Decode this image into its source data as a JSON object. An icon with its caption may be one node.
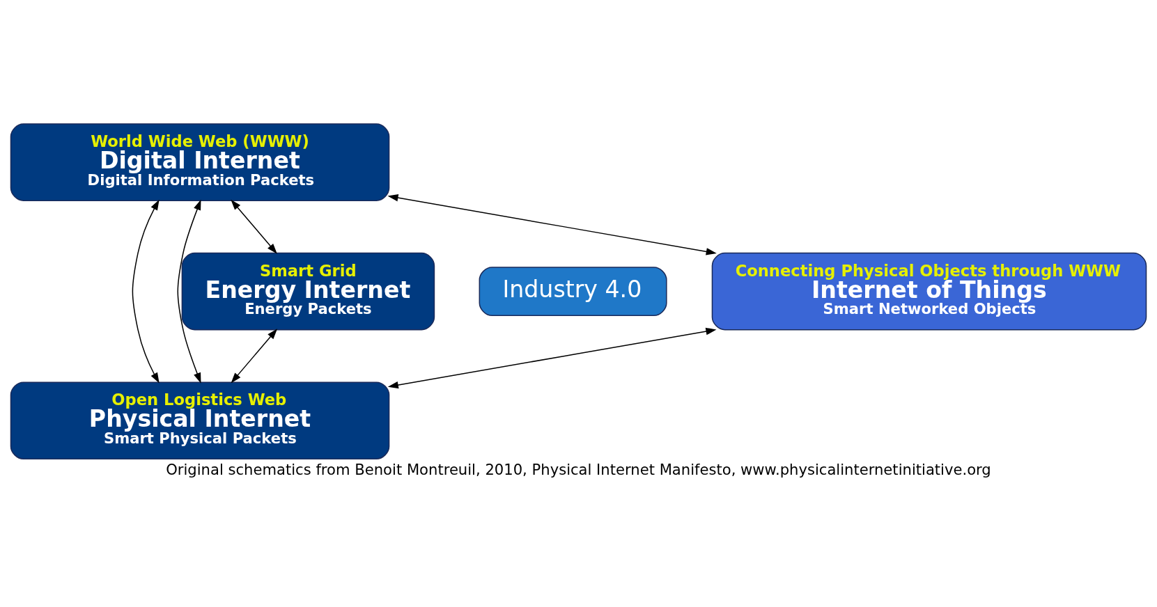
{
  "diagram": {
    "caption": "Original schematics from Benoit Montreuil, 2010, Physical Internet Manifesto, www.physicalinternetinitiative.org",
    "nodes": [
      {
        "text": [
          "World Wide Web (WWW)",
          "Digital Internet",
          "Digital Information Packets"
        ]
      },
      {
        "text": [
          "Connecting Physical Objects through WWW",
          "Internet of Things",
          "Smart Networked Objects"
        ]
      },
      {
        "text": [
          "Open Logistics Web",
          "Physical Internet",
          "Smart Physical Packets"
        ]
      },
      {
        "text": [
          "Smart Grid",
          "Energy Internet",
          "Energy Packets"
        ]
      },
      {
        "text": [
          "Industry 4.0"
        ]
      }
    ],
    "edges": [
      {
        "from": 0,
        "to": 3,
        "arrow": "both"
      },
      {
        "from": 0,
        "to": 2,
        "arrow": "both"
      },
      {
        "from": 0,
        "to": 1,
        "arrow": "both"
      },
      {
        "from": 1,
        "to": 2,
        "arrow": "both"
      },
      {
        "from": 0,
        "to": 2,
        "arrow": "both"
      },
      {
        "from": 2,
        "to": 3,
        "arrow": "both"
      }
    ]
  }
}
